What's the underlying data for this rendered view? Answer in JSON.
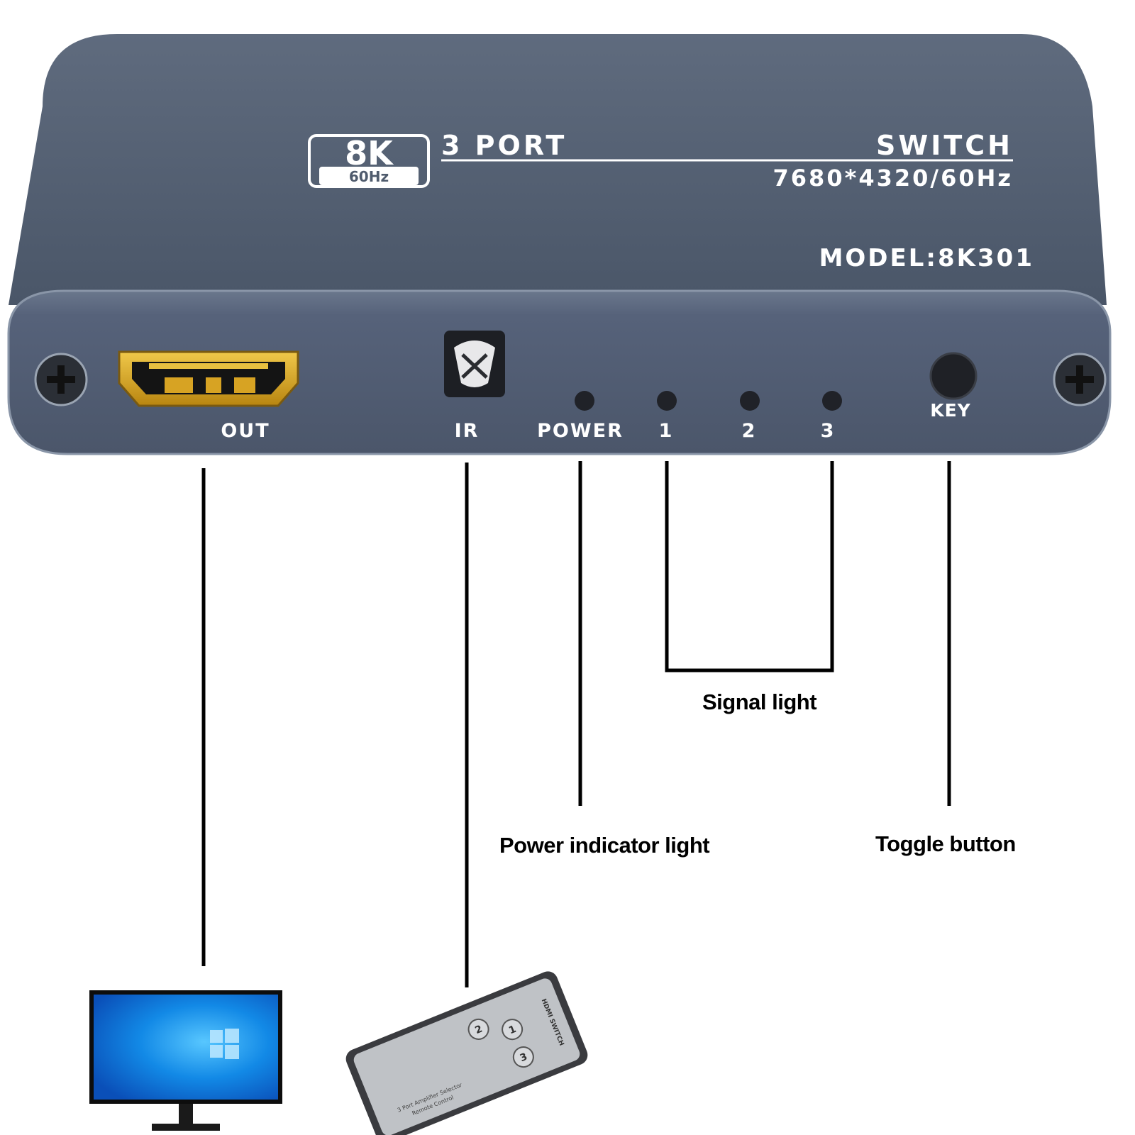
{
  "device": {
    "badge_main": "8K",
    "badge_sub": "60Hz",
    "title_left": "3 PORT",
    "title_right": "SWITCH",
    "resolution": "7680*4320/60Hz",
    "model": "MODEL:8K301",
    "port_out": "OUT",
    "port_ir": "IR",
    "led_power": "POWER",
    "led_1": "1",
    "led_2": "2",
    "led_3": "3",
    "key": "KEY"
  },
  "callouts": {
    "signal_light": "Signal light",
    "power_indicator": "Power indicator light",
    "toggle_button": "Toggle button"
  },
  "remote": {
    "header": "HDMI SWITCH",
    "buttons": [
      "1",
      "2",
      "3"
    ],
    "footer_line1": "3 Port Amplifier Selector",
    "footer_line2": "Remote Control"
  },
  "colors": {
    "device_body": "#4f5b6d",
    "device_front": "#56627a",
    "hdmi_gold": "#d7a323",
    "monitor_blue": "#0a78d7",
    "callout_line": "#000000"
  }
}
